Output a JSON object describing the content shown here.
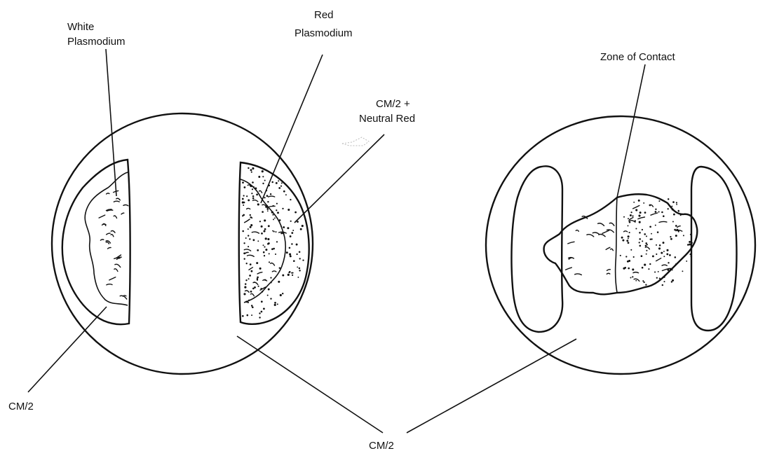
{
  "labels": {
    "white_plasmodium": [
      "White",
      "Plasmodium"
    ],
    "red_plasmodium": [
      "Red",
      "Plasmodium"
    ],
    "cm2_neutral_red": [
      "CM/2 +",
      "Neutral Red"
    ],
    "zone_of_contact": "Zone of Contact",
    "cm2_left": "CM/2",
    "cm2_bottom": "CM/2"
  }
}
